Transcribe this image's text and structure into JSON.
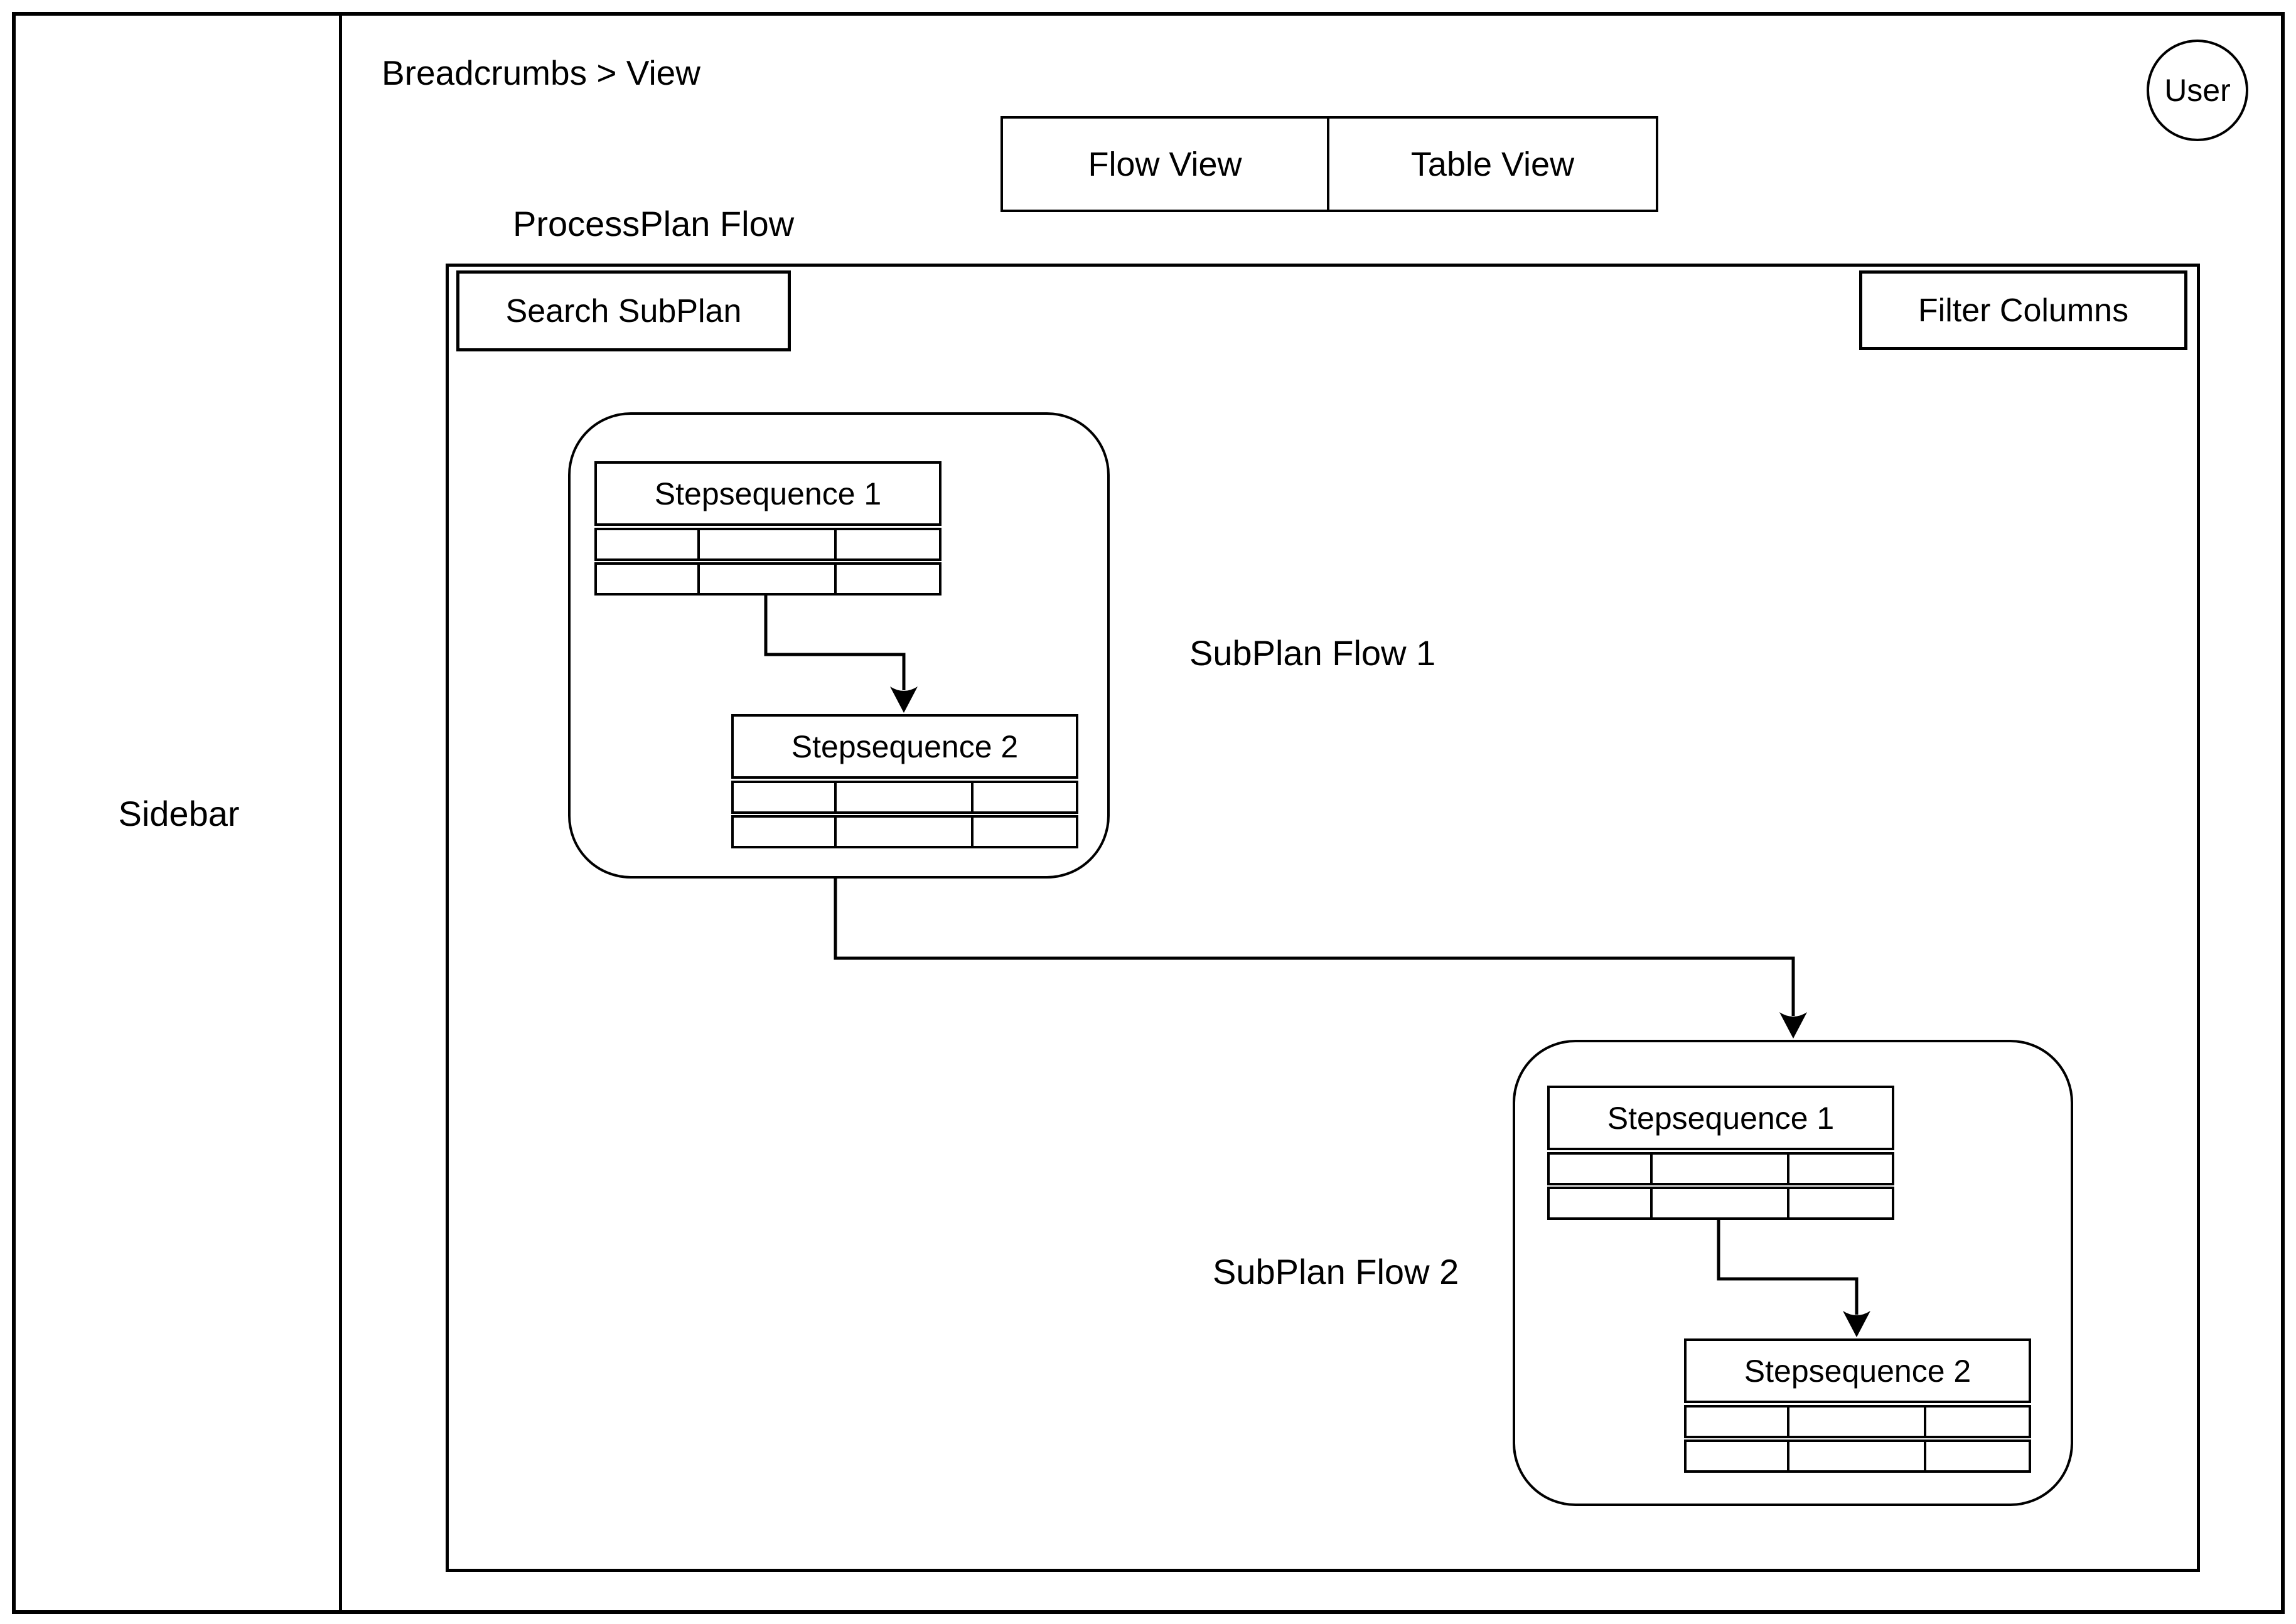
{
  "colors": {
    "line": "#000000",
    "background": "#ffffff"
  },
  "sidebar": {
    "label": "Sidebar"
  },
  "header": {
    "breadcrumbs": "Breadcrumbs > View",
    "user": "User"
  },
  "view_tabs": [
    {
      "label": "Flow View"
    },
    {
      "label": "Table View"
    }
  ],
  "process_plan": {
    "title": "ProcessPlan Flow",
    "search_button": "Search SubPlan",
    "filter_button": "Filter Columns",
    "subplans": [
      {
        "label": "SubPlan Flow 1",
        "steps": [
          "Stepsequence 1",
          "Stepsequence 2"
        ]
      },
      {
        "label": "SubPlan Flow 2",
        "steps": [
          "Stepsequence 1",
          "Stepsequence 2"
        ]
      }
    ]
  }
}
